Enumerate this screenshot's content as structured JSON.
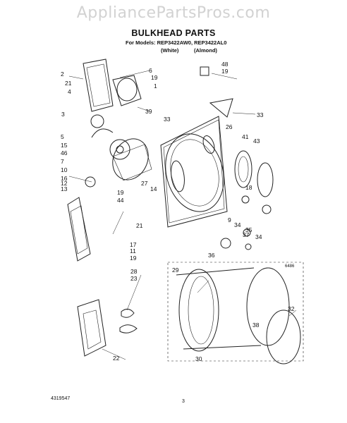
{
  "watermark": "AppliancePartsPros.com",
  "header": {
    "title": "BULKHEAD PARTS",
    "models": "For Models: REP3422AW0, REP3422AL0",
    "color_white": "(White)",
    "color_almond": "(Almond)"
  },
  "callouts": [
    "2",
    "21",
    "4",
    "3",
    "6",
    "19",
    "1",
    "39",
    "5",
    "15",
    "46",
    "7",
    "10",
    "16",
    "12",
    "13",
    "19",
    "44",
    "27",
    "14",
    "33",
    "48",
    "19",
    "26",
    "33",
    "41",
    "43",
    "18",
    "9",
    "34",
    "35",
    "37",
    "34",
    "36",
    "21",
    "17",
    "11",
    "19",
    "28",
    "23",
    "29",
    "38",
    "32",
    "30",
    "22",
    "6486"
  ],
  "footer": {
    "doc_number": "4319547",
    "page_number": "3"
  }
}
